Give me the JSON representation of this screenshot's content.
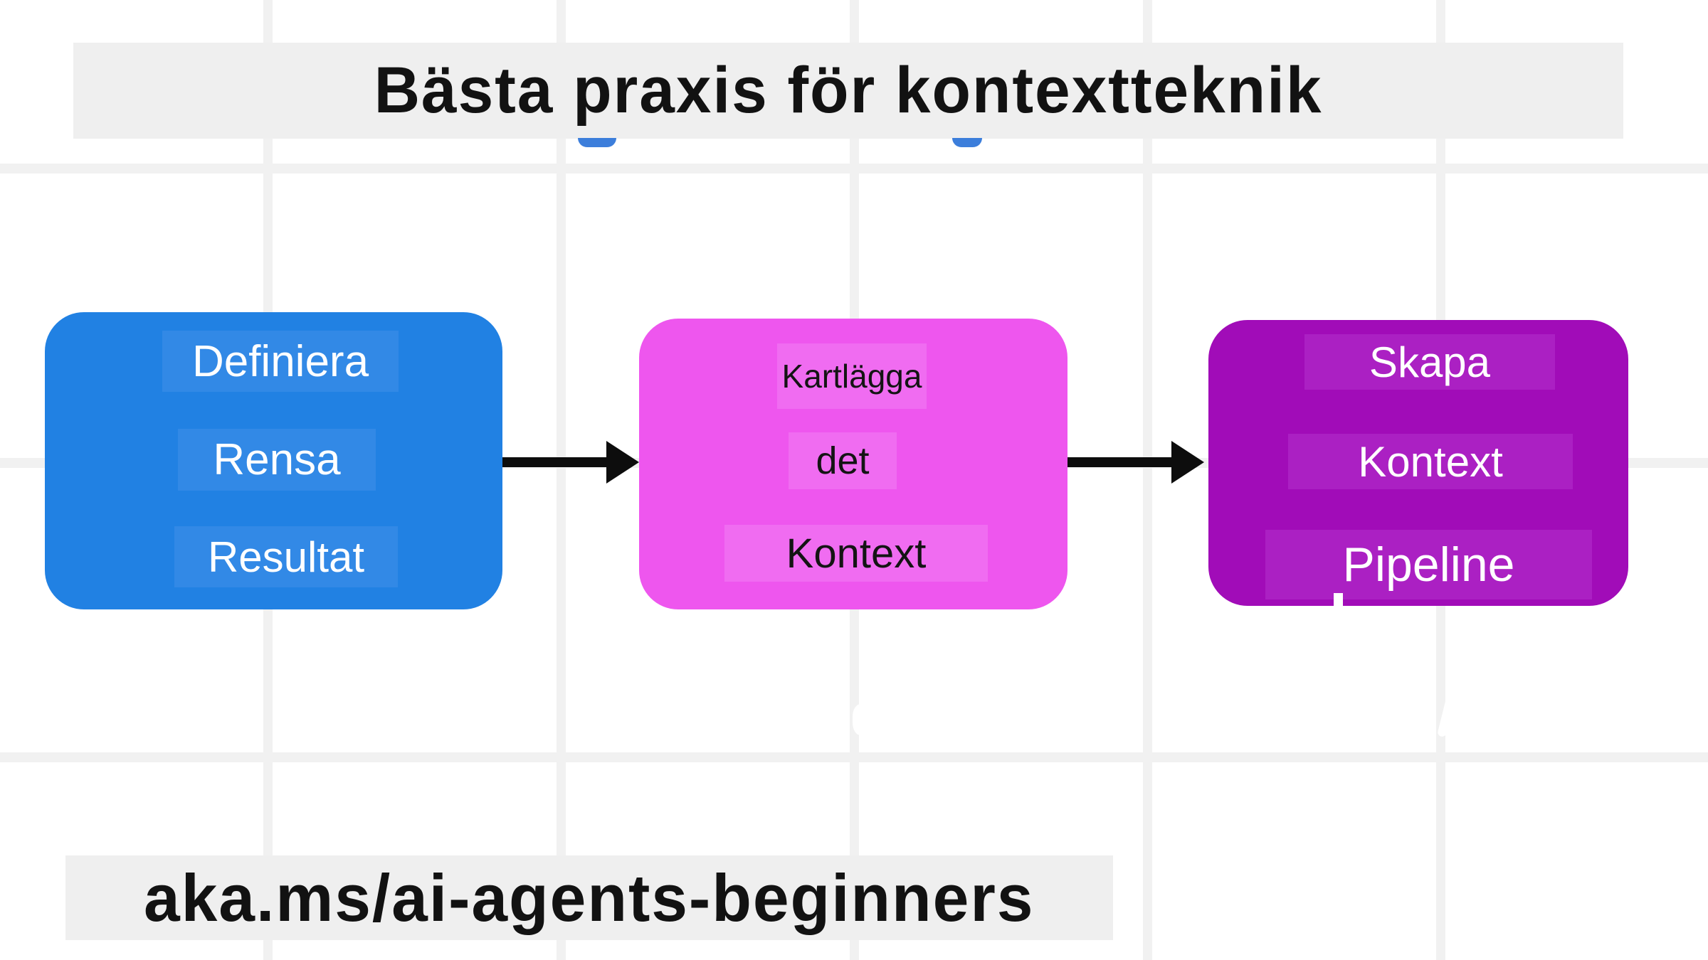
{
  "slide": {
    "title": "Bästa praxis för kontextteknik",
    "footer_link": "aka.ms/ai-agents-beginners"
  },
  "diagram": {
    "boxes": [
      {
        "id": "step-1-blue",
        "fill": "#2181e3",
        "band_fill": "#3289e6",
        "text_color": "#ffffff",
        "lines": [
          "Definiera",
          "Rensa",
          "Resultat"
        ]
      },
      {
        "id": "step-2-magenta",
        "fill": "#ee56ee",
        "band_fill": "#f06cf1",
        "text_color": "#141414",
        "lines": [
          "Kartlägga",
          "det",
          "Kontext"
        ]
      },
      {
        "id": "step-3-purple",
        "fill": "#a10cb8",
        "band_fill": "#ab20c3",
        "text_color": "#ffffff",
        "lines": [
          "Skapa",
          "Kontext",
          "Pipeline"
        ]
      }
    ],
    "arrow_color": "#0d0d0d"
  },
  "background": {
    "canvas": "#ffffff",
    "grid_line": "#f1f1f1",
    "label_band": "#efefef",
    "accent_dot": "#3c7edb"
  }
}
